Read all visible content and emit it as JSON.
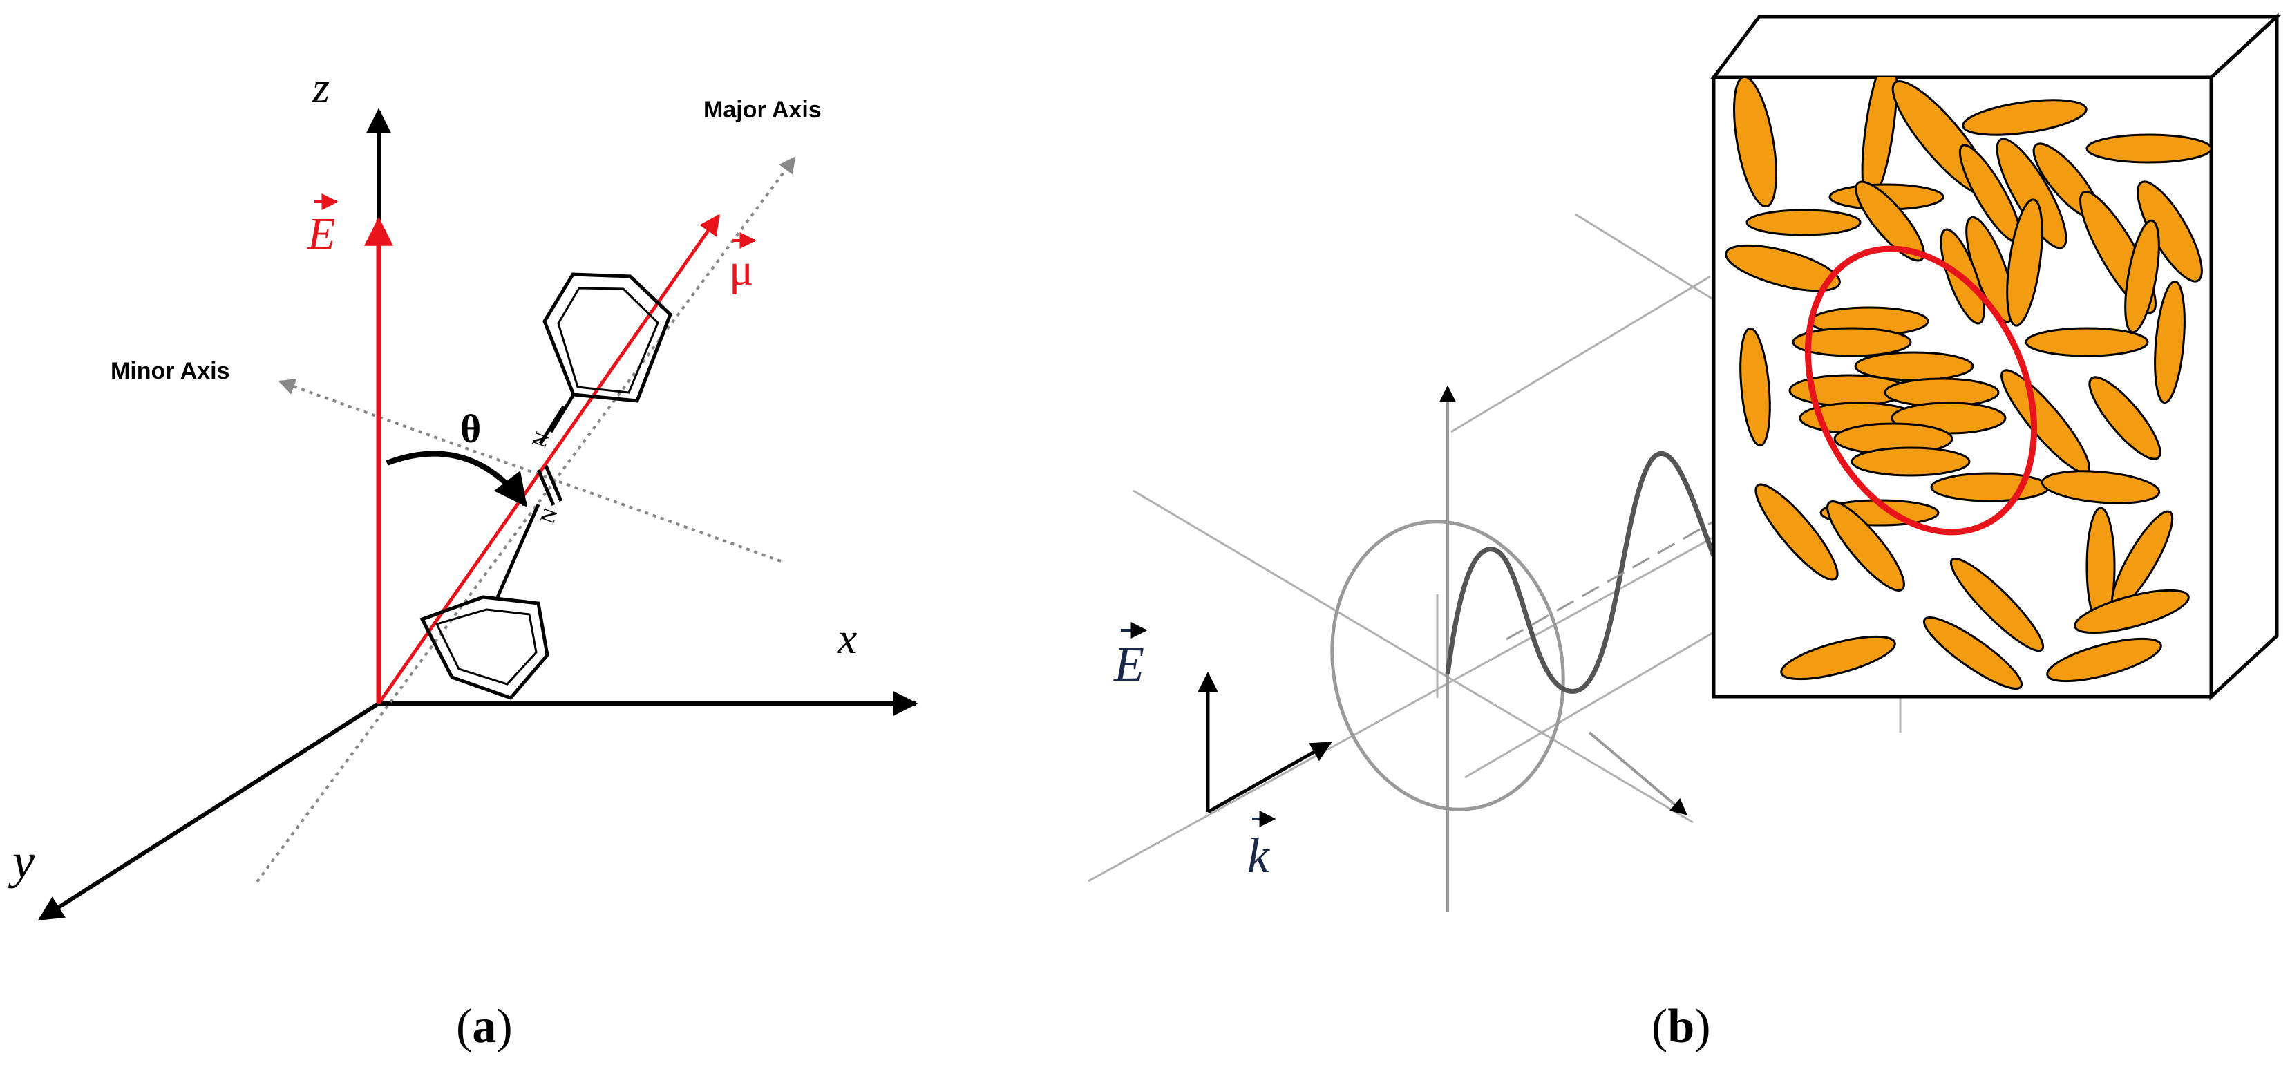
{
  "panel_a": {
    "caption": "(a)",
    "caption_open": "(",
    "caption_letter": "a",
    "caption_close": ")",
    "axis_z": "z",
    "axis_x": "x",
    "axis_y": "y",
    "field_vector": "E",
    "dipole_vector": "μ",
    "angle": "θ",
    "major_axis": "Major Axis",
    "minor_axis": "Minor Axis",
    "nitrogen_upper": "N",
    "nitrogen_lower": "N"
  },
  "panel_b": {
    "caption": "(b)",
    "caption_open": "(",
    "caption_letter": "b",
    "caption_close": ")",
    "field_vector": "E",
    "wave_vector": "k"
  },
  "colors": {
    "field_red": "#e8131b",
    "molecule_orange": "#f39c12",
    "outline_black": "#000000",
    "guide_grey": "#888888",
    "highlight_red": "#e8131b"
  }
}
